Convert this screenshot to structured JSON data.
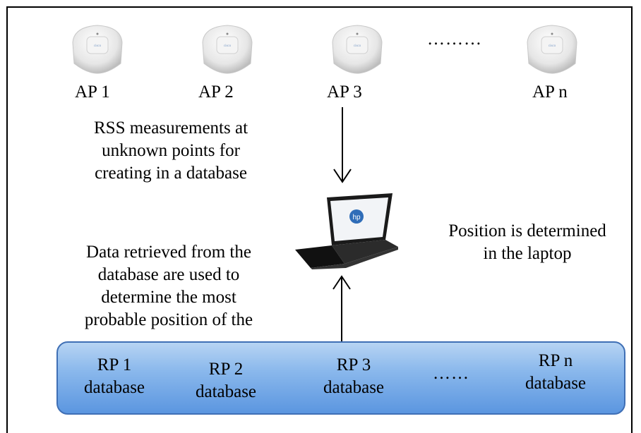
{
  "access_points": [
    {
      "label": "AP 1"
    },
    {
      "label": "AP 2"
    },
    {
      "label": "AP 3"
    },
    {
      "label": "AP n"
    }
  ],
  "ap_ellipsis": "………",
  "rss_text": [
    "RSS measurements at",
    "unknown points for",
    "creating in a database"
  ],
  "retrieval_text": [
    "Data retrieved from the",
    "database are used to",
    "determine the most",
    "probable position of the"
  ],
  "position_text": [
    "Position is determined",
    "in the laptop"
  ],
  "reference_points": [
    {
      "name": "RP 1",
      "sub": "database"
    },
    {
      "name": "RP 2",
      "sub": "database"
    },
    {
      "name": "RP 3",
      "sub": "database"
    },
    {
      "name": "RP n",
      "sub": "database"
    }
  ],
  "rp_ellipsis": "……",
  "colors": {
    "db_bar_top": "#b7d4f3",
    "db_bar_bottom": "#5b96e0",
    "db_border": "#3f6fb5"
  }
}
